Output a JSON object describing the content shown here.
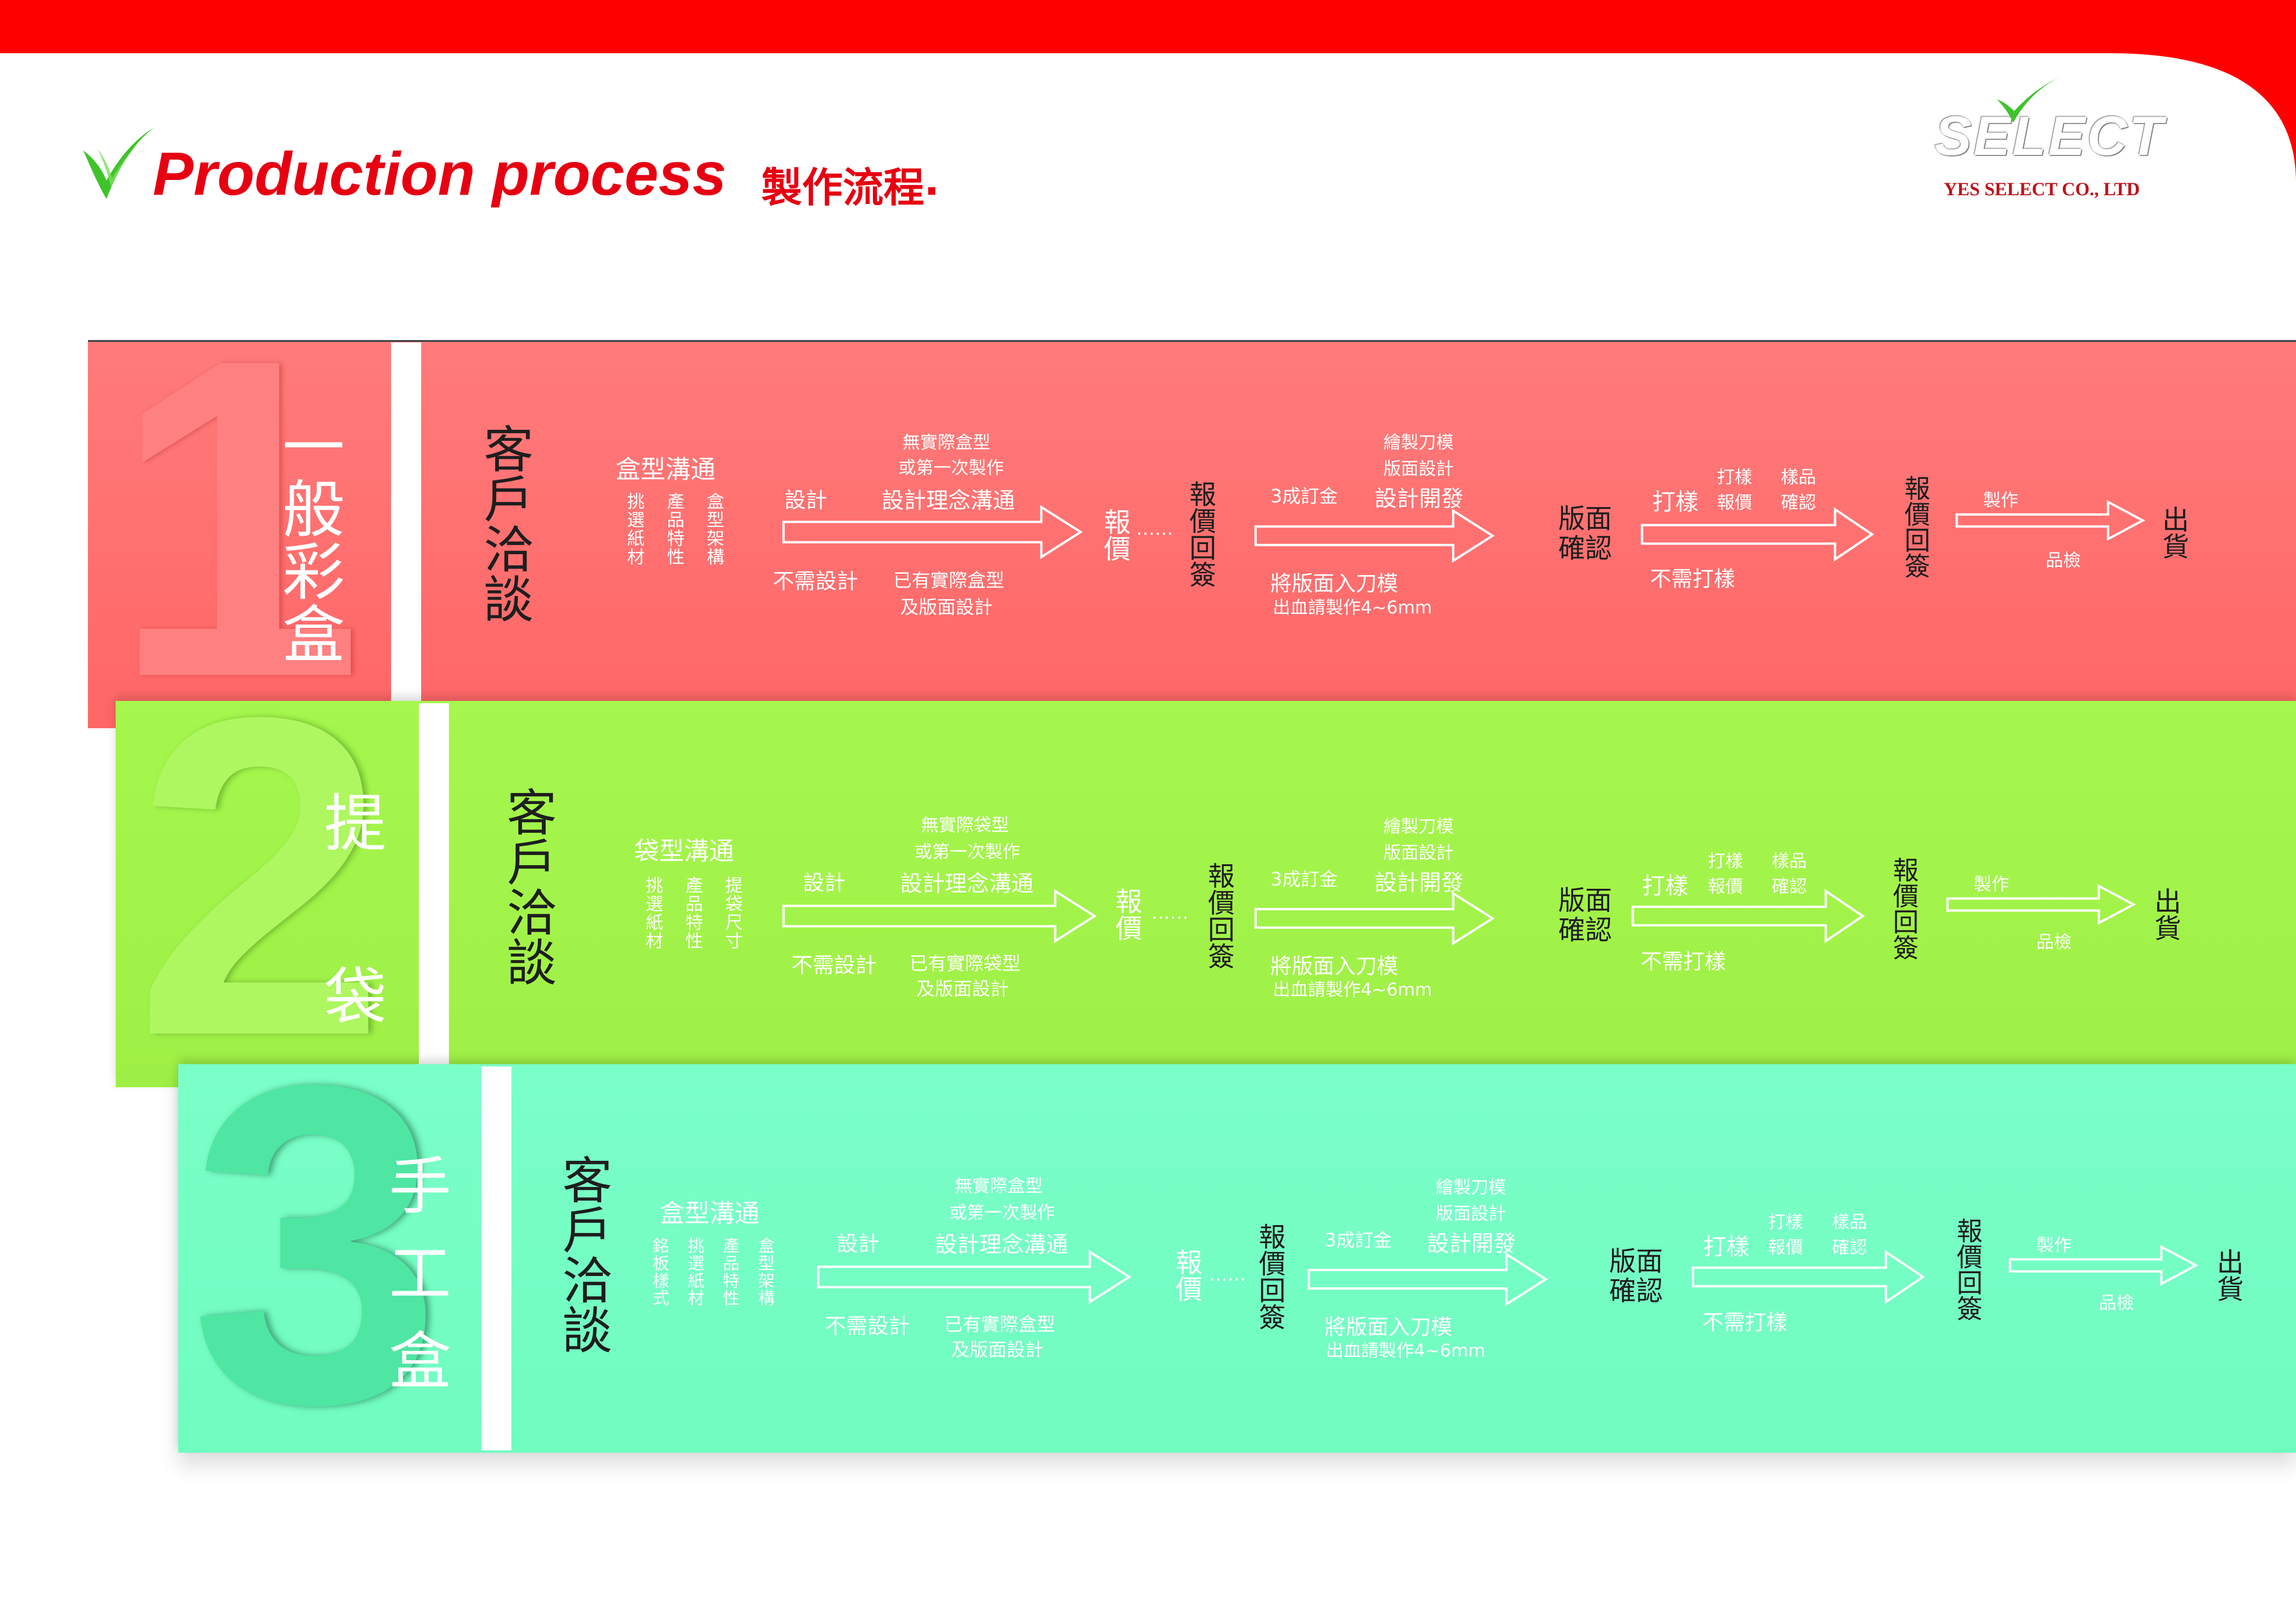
{
  "header": {
    "title": "Production process",
    "title_cn": "製作流程",
    "title_dot": ".",
    "company": "YES SELECT CO., LTD",
    "logo_text": "SELECT"
  },
  "colors": {
    "red": "#ff0000",
    "title_red": "#e60012",
    "check_green": "#3ec42a",
    "band1": "#ff6a6a",
    "band2": "#a2f74a",
    "band3": "#76ffc4"
  },
  "rows": [
    {
      "number": "1",
      "category": "一般彩盒",
      "client": "客戶洽談",
      "comm": "盒型溝通",
      "features": [
        "挑選紙材",
        "產品特性",
        "盒型架構"
      ],
      "design": "設計",
      "no_design": "不需設計",
      "note_top1": "無實際盒型",
      "note_top2": "或第一次製作",
      "concept": "設計理念溝通",
      "note_bottom1": "已有實際盒型",
      "note_bottom2": "及版面設計",
      "quote": "報價",
      "sign": "報價回簽",
      "deposit": "3成訂金",
      "dev_top1": "繪製刀模",
      "dev_top2": "版面設計",
      "dev": "設計開發",
      "die": "將版面入刀模",
      "bleed": "出血請製作4~6mm",
      "confirm": "版面確認",
      "proof": "打樣",
      "proof_quote_top": "打樣",
      "proof_quote_bottom": "報價",
      "sample_top": "樣品",
      "sample_bottom": "確認",
      "no_proof": "不需打樣",
      "sign2": "報價回簽",
      "make": "製作",
      "inspect": "品檢",
      "ship": "出貨"
    },
    {
      "number": "2",
      "category": "提袋",
      "client": "客戶洽談",
      "comm": "袋型溝通",
      "features": [
        "挑選紙材",
        "產品特性",
        "提袋尺寸"
      ],
      "design": "設計",
      "no_design": "不需設計",
      "note_top1": "無實際袋型",
      "note_top2": "或第一次製作",
      "concept": "設計理念溝通",
      "note_bottom1": "已有實際袋型",
      "note_bottom2": "及版面設計",
      "quote": "報價",
      "sign": "報價回簽",
      "deposit": "3成訂金",
      "dev_top1": "繪製刀模",
      "dev_top2": "版面設計",
      "dev": "設計開發",
      "die": "將版面入刀模",
      "bleed": "出血請製作4~6mm",
      "confirm": "版面確認",
      "proof": "打樣",
      "proof_quote_top": "打樣",
      "proof_quote_bottom": "報價",
      "sample_top": "樣品",
      "sample_bottom": "確認",
      "no_proof": "不需打樣",
      "sign2": "報價回簽",
      "make": "製作",
      "inspect": "品檢",
      "ship": "出貨"
    },
    {
      "number": "3",
      "category": "手工盒",
      "client": "客戶洽談",
      "comm": "盒型溝通",
      "features": [
        "銘板樣式",
        "挑選紙材",
        "產品特性",
        "盒型架構"
      ],
      "design": "設計",
      "no_design": "不需設計",
      "note_top1": "無實際盒型",
      "note_top2": "或第一次製作",
      "concept": "設計理念溝通",
      "note_bottom1": "已有實際盒型",
      "note_bottom2": "及版面設計",
      "quote": "報價",
      "sign": "報價回簽",
      "deposit": "3成訂金",
      "dev_top1": "繪製刀模",
      "dev_top2": "版面設計",
      "dev": "設計開發",
      "die": "將版面入刀模",
      "bleed": "出血請製作4~6mm",
      "confirm": "版面確認",
      "proof": "打樣",
      "proof_quote_top": "打樣",
      "proof_quote_bottom": "報價",
      "sample_top": "樣品",
      "sample_bottom": "確認",
      "no_proof": "不需打樣",
      "sign2": "報價回簽",
      "make": "製作",
      "inspect": "品檢",
      "ship": "出貨"
    }
  ]
}
